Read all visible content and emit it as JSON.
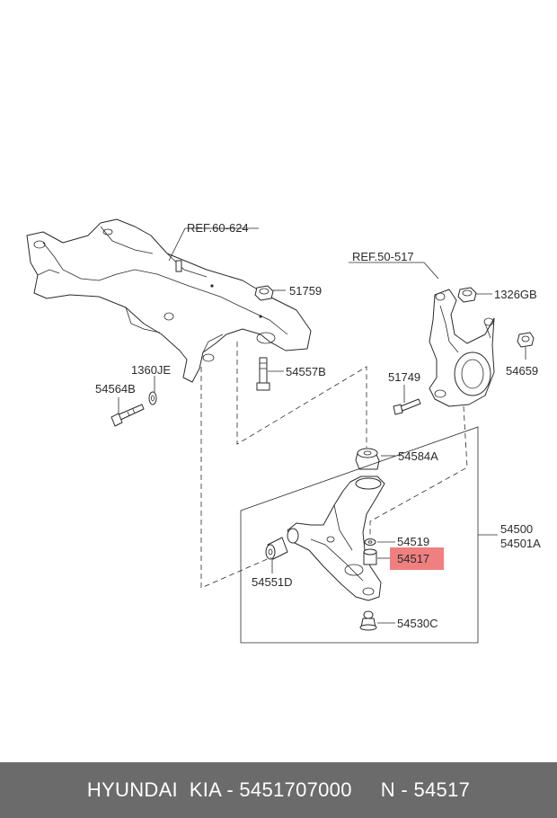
{
  "labels": {
    "ref_60_624": "REF.60-624",
    "ref_50_517": "REF.50-517",
    "p51759": "51759",
    "p1326gb": "1326GB",
    "p54659": "54659",
    "p51749": "51749",
    "p1360je": "1360JE",
    "p54564b": "54564B",
    "p54557b": "54557B",
    "p54584a": "54584A",
    "p54500": "54500",
    "p54501a": "54501A",
    "p54519": "54519",
    "p54517": "54517",
    "p54551d": "54551D",
    "p54530c": "54530C"
  },
  "highlight_color": "#f08080",
  "footer": {
    "text": "HYUNDAI  KIA - 5451707000     N - 54517"
  }
}
